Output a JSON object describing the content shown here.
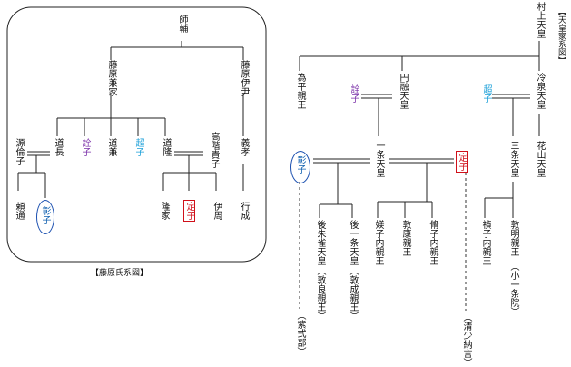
{
  "fujiwara": {
    "caption": "【藤原氏系図】",
    "shisuke": "師輔",
    "kaneie": "藤原兼家",
    "koretada": "藤原伊尹",
    "minamoto_rinshi": "源倫子",
    "michinaga": "道長",
    "senshi": "詮子",
    "michikane": "道兼",
    "choshi": "超子",
    "michitaka": "道隆",
    "takashina": "高階貴子",
    "yoshitaka": "義孝",
    "yorimichi": "頼通",
    "shoshi": "彰子",
    "takaie": "隆家",
    "teishi": "定子",
    "korechika": "伊周",
    "yukinari": "行成"
  },
  "imperial": {
    "caption": "【天皇家系図】",
    "murakami": "村上天皇",
    "tamehira": "為平親王",
    "enyu": "円融天皇",
    "senshi": "詮子",
    "choshi": "超子",
    "reizei": "冷泉天皇",
    "kazan": "花山天皇",
    "shoshi": "彰子",
    "ichijo": "一条天皇",
    "teishi": "定子",
    "sanjo": "三条天皇",
    "gosuzaku": "後朱雀天皇",
    "goichijo": "後一条天皇",
    "gosuzaku_note": "（敦良親王）",
    "goichijo_note": "（敦成親王）",
    "bishi": "媄子内親王",
    "atsuyasu": "敦康親王",
    "shushi": "脩子内親王",
    "teishi_naishinno": "禎子内親王",
    "atsuakira": "敦明親王",
    "atsuakira_note": "（小一条院）",
    "murasaki": "（紫式部）",
    "seishonagon": "（清少納言）"
  }
}
